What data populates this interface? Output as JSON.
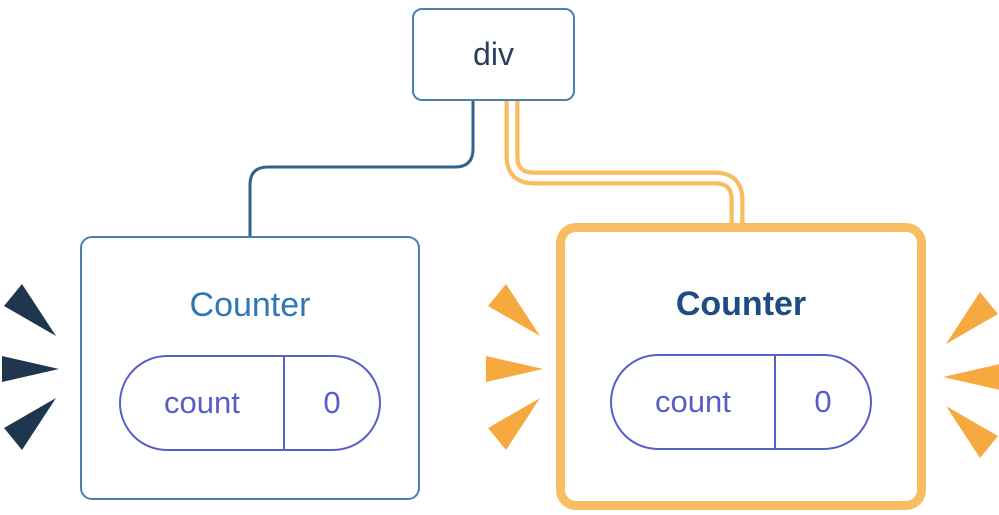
{
  "diagram": {
    "root": {
      "label": "div"
    },
    "children": [
      {
        "title": "Counter",
        "state": {
          "key": "count",
          "value": "0"
        },
        "highlighted": false
      },
      {
        "title": "Counter",
        "state": {
          "key": "count",
          "value": "0"
        },
        "highlighted": true
      }
    ]
  },
  "colors": {
    "card_bg": "#ffffff",
    "card_border_blue": "#4a80b0",
    "connector_blue": "#33628f",
    "root_label_navy": "#2a3f5c",
    "title_blue": "#2f76b4",
    "title_navy": "#1c4c82",
    "pill_purple": "#575fc6",
    "highlight_orange": "#f8bc63",
    "spark_orange": "#f6a93e",
    "spark_navy": "#20364f",
    "tube_core_white": "#ffffff"
  }
}
